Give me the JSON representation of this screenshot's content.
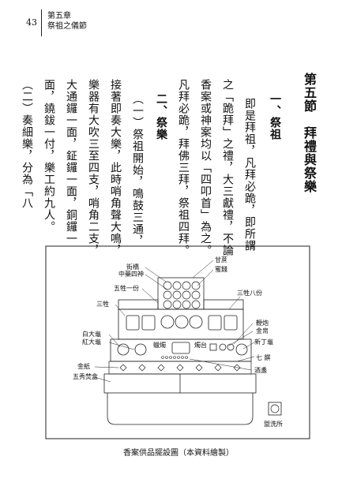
{
  "header": {
    "page_number": "43",
    "chapter": "第五章",
    "chapter_title": "祭祖之儀節"
  },
  "text": {
    "section_title": "第五節　拜禮與祭樂",
    "heading_1": "一、祭祖",
    "para1_col1": "即是拜祖，凡拜必跪，即所謂",
    "para1_col2": "之「跪拜」之禮，大三獻禮，不論",
    "para1_col3": "香案或神案均以「四叩首」為之。",
    "para1_col4": "凡拜必跪，拜佛三拜，祭祖四拜。",
    "heading_2": "二、祭樂",
    "para2_col1": "（一）祭祖開始，鳴鼓三通，",
    "para2_col2": "接著即奏大樂，此時哨角聲大鳴，",
    "para2_col3": "樂器有大吹三至四支，哨角二支，",
    "para2_col4": "大通鑼一面，鉦鑼一面，銅鑼一",
    "para2_col5": "面，鐃鈸一付，樂工約九人。",
    "para2_col6": "（二）奏細樂，分為「八"
  },
  "diagram": {
    "labels": {
      "jiequ": "街橋",
      "zhongyao": "中藥四神",
      "wusheng": "五牲一份",
      "sansheng": "三牲",
      "baidagui": "白大龜",
      "hongdagui": "紅大龜",
      "jinzhi": "金紙",
      "wuxiu": "五秀焚盒",
      "ganzhe": "甘蔗",
      "mijian": "蜜餞",
      "sanshengbafen": "三牲八份",
      "bianpao": "鞭炮",
      "jinbo": "金帛",
      "xindinggui": "新丁龜",
      "qisheng": "七 饌",
      "jiuzhan": "酒盞",
      "lazhu": "蠟燭",
      "xiangtai": "燭台",
      "guanxi": "盥洗所"
    }
  },
  "caption": "香案供品擺設圖（本資料繪製）"
}
